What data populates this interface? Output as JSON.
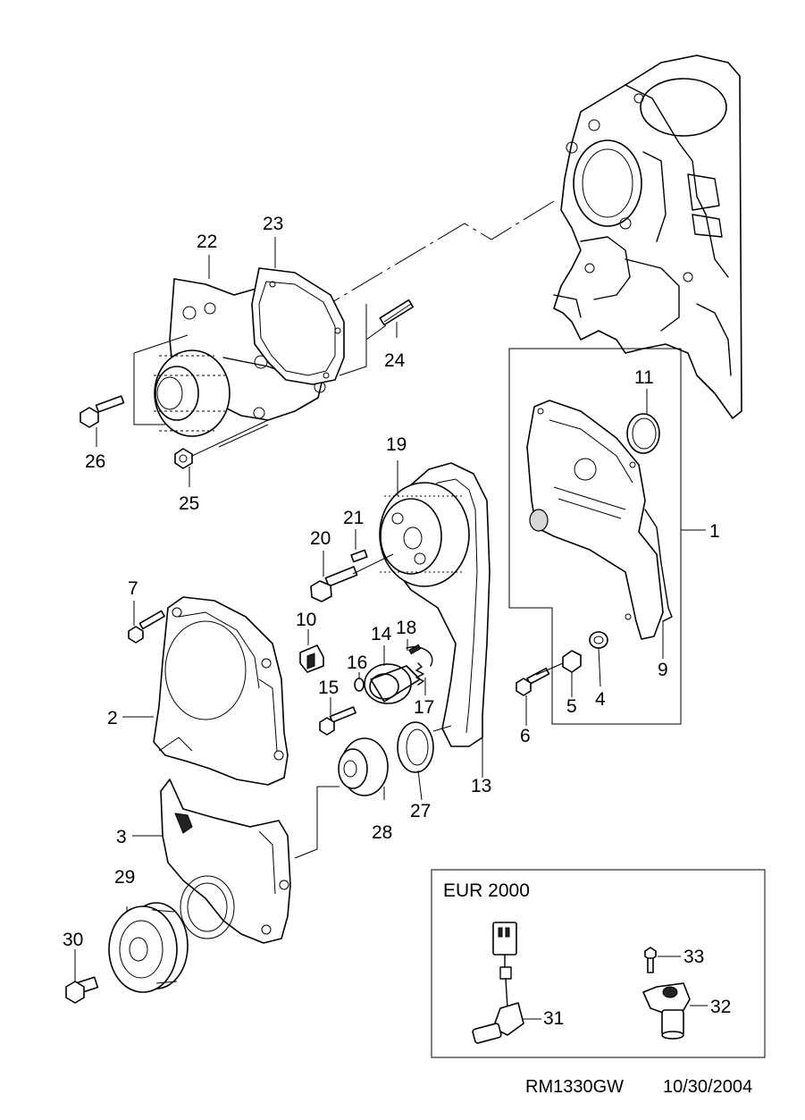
{
  "callouts": [
    {
      "id": "1",
      "label": "1"
    },
    {
      "id": "2",
      "label": "2"
    },
    {
      "id": "3",
      "label": "3"
    },
    {
      "id": "4",
      "label": "4"
    },
    {
      "id": "5",
      "label": "5"
    },
    {
      "id": "6",
      "label": "6"
    },
    {
      "id": "7",
      "label": "7"
    },
    {
      "id": "9",
      "label": "9"
    },
    {
      "id": "10",
      "label": "10"
    },
    {
      "id": "11",
      "label": "11"
    },
    {
      "id": "13",
      "label": "13"
    },
    {
      "id": "14",
      "label": "14"
    },
    {
      "id": "15",
      "label": "15"
    },
    {
      "id": "16",
      "label": "16"
    },
    {
      "id": "17",
      "label": "17"
    },
    {
      "id": "18",
      "label": "18"
    },
    {
      "id": "19",
      "label": "19"
    },
    {
      "id": "20",
      "label": "20"
    },
    {
      "id": "21",
      "label": "21"
    },
    {
      "id": "22",
      "label": "22"
    },
    {
      "id": "23",
      "label": "23"
    },
    {
      "id": "24",
      "label": "24"
    },
    {
      "id": "25",
      "label": "25"
    },
    {
      "id": "26",
      "label": "26"
    },
    {
      "id": "27",
      "label": "27"
    },
    {
      "id": "28",
      "label": "28"
    },
    {
      "id": "29",
      "label": "29"
    },
    {
      "id": "30",
      "label": "30"
    },
    {
      "id": "31",
      "label": "31"
    },
    {
      "id": "32",
      "label": "32"
    },
    {
      "id": "33",
      "label": "33"
    }
  ],
  "inset": {
    "title": "EUR 2000"
  },
  "footer": {
    "code": "RM1330GW",
    "date": "10/30/2004"
  }
}
